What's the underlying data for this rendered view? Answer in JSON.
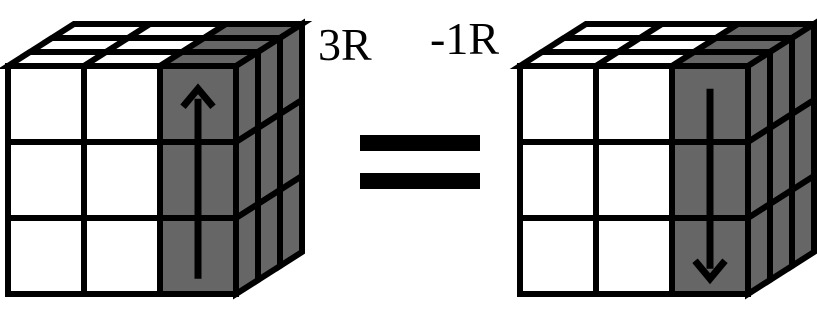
{
  "labels": {
    "left_move": "3R",
    "right_move": "-1R"
  },
  "colors": {
    "sticker_light": "#ffffff",
    "sticker_turned": "#666666",
    "outline": "#000000"
  },
  "cubes": [
    {
      "turned_layer": "R",
      "arrow_direction": "up"
    },
    {
      "turned_layer": "R",
      "arrow_direction": "down"
    }
  ],
  "relation": "equals"
}
